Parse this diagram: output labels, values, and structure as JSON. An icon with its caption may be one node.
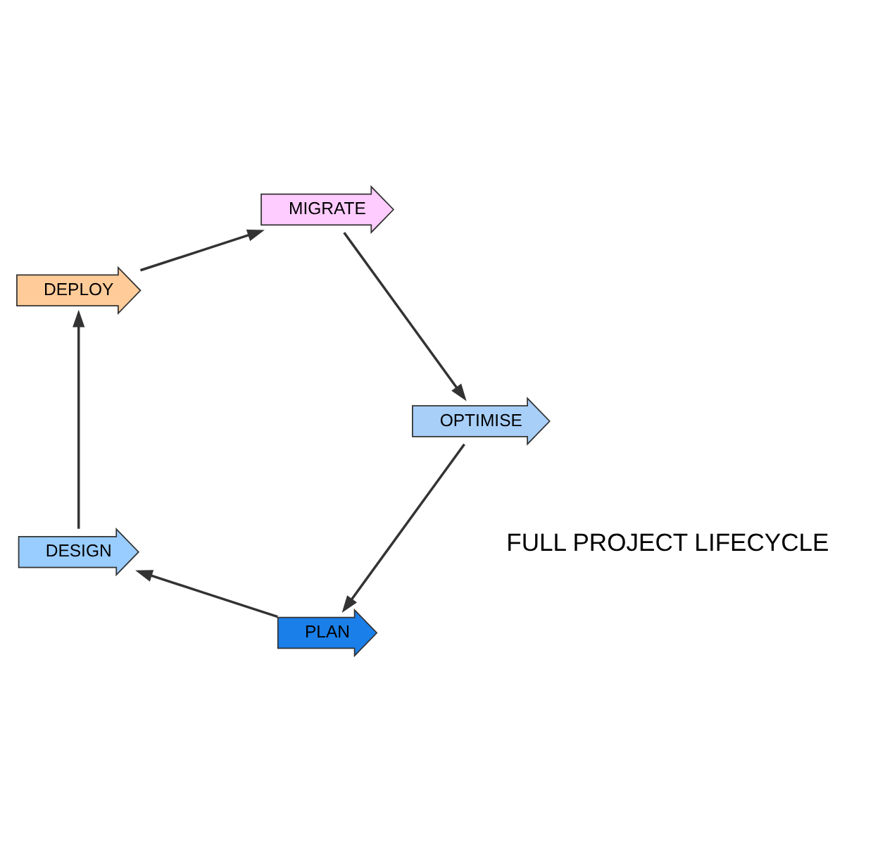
{
  "diagram": {
    "nodes": [
      {
        "text": [
          "PLAN"
        ]
      },
      {
        "text": [
          "DESIGN"
        ]
      },
      {
        "text": [
          "DEPLOY"
        ]
      },
      {
        "text": [
          "MIGRATE"
        ]
      },
      {
        "text": [
          "OPTIMISE"
        ]
      }
    ],
    "edges": [
      {
        "from": 0,
        "to": 1,
        "arrow": "to"
      },
      {
        "from": 1,
        "to": 2,
        "arrow": "to"
      },
      {
        "from": 2,
        "to": 3,
        "arrow": "to"
      },
      {
        "from": 3,
        "to": 4,
        "arrow": "to"
      },
      {
        "from": 4,
        "to": 0,
        "arrow": "to"
      }
    ],
    "labels": [
      "FULL PROJECT LIFECYCLE"
    ]
  }
}
